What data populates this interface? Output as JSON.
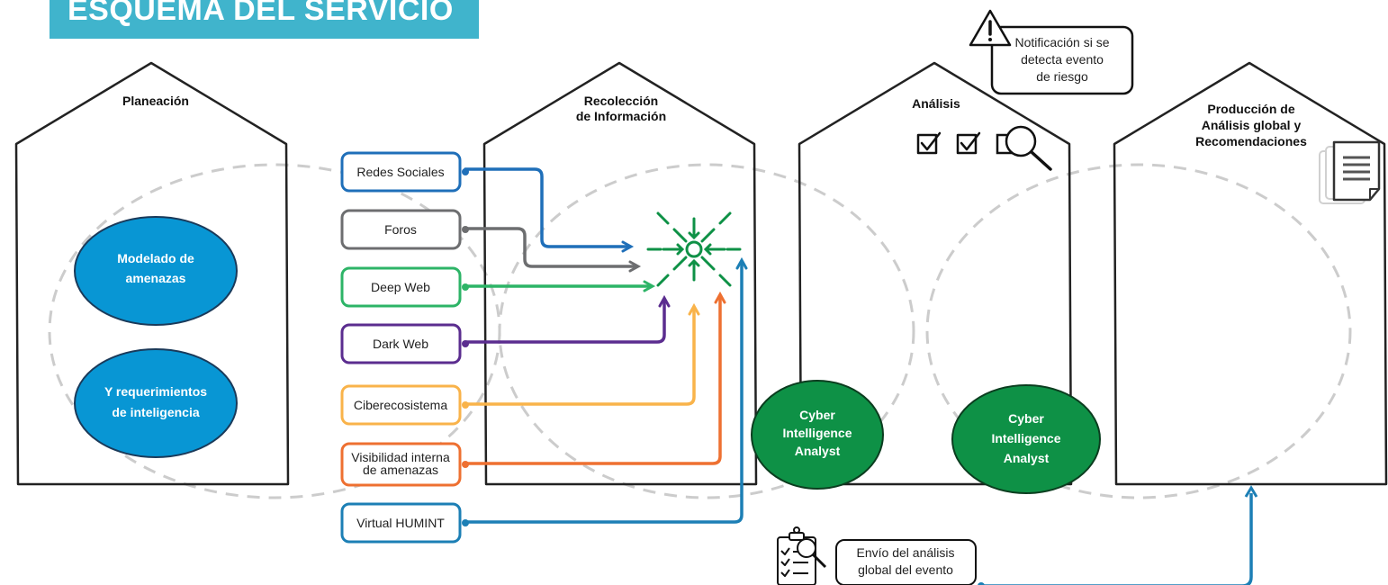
{
  "title": "ESQUEMA DEL SERVICIO",
  "columns": {
    "planning": "Planeación",
    "collection": [
      "Recolección",
      "de Información"
    ],
    "analysis": "Análisis",
    "production": [
      "Producción de",
      "Análisis global y",
      "Recomendaciones"
    ]
  },
  "planning_items": [
    [
      "Modelado de",
      "amenazas"
    ],
    [
      "Y requerimientos",
      "de inteligencia"
    ]
  ],
  "sources": [
    {
      "label": [
        "Redes Sociales"
      ],
      "color": "#1f6fb9"
    },
    {
      "label": [
        "Foros"
      ],
      "color": "#6d6e70"
    },
    {
      "label": [
        "Deep Web"
      ],
      "color": "#2db467"
    },
    {
      "label": [
        "Dark Web"
      ],
      "color": "#5b2d8f"
    },
    {
      "label": [
        "Ciberecosistema"
      ],
      "color": "#f9b34a"
    },
    {
      "label": [
        "Visibilidad interna",
        "de amenazas"
      ],
      "color": "#ee7031"
    },
    {
      "label": [
        "Virtual HUMINT"
      ],
      "color": "#1c7fb5"
    }
  ],
  "analyst_nodes": [
    [
      "Cyber",
      "Intelligence",
      "Analyst"
    ],
    [
      "Cyber",
      "Intelligence",
      "Analyst"
    ]
  ],
  "notification": [
    "Notificación si se",
    "detecta evento",
    "de riesgo"
  ],
  "delivery": [
    "Envío del análisis",
    "global del evento"
  ],
  "colors": {
    "banner": "#40b4cc",
    "planning_ellipse": "#0896d4",
    "analyst": "#0e9146",
    "hub": "#0e9146",
    "delivery_line": "#1c7fb5",
    "dashed_ring": "#cccccc"
  },
  "icons": [
    "warning-icon",
    "checkbox-icon",
    "magnifier-icon",
    "document-icon",
    "clipboard-search-icon",
    "convergence-hub-icon"
  ]
}
